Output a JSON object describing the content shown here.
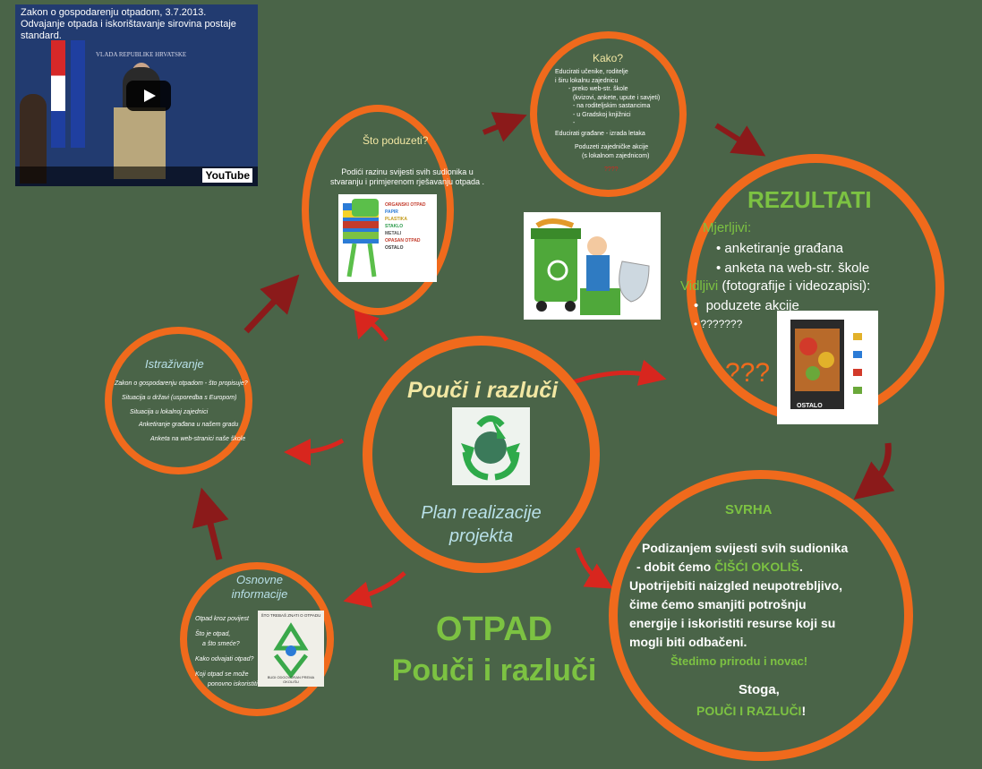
{
  "video": {
    "title_line1": "Zakon o gospodarenju otpadom, 3.7.2013.",
    "title_line2": "Odvajanje otpada i iskorištavanje sirovina postaje standard.",
    "banner_text": "VLADA REPUBLIKE HRVATSKE",
    "youtube_label": "YouTube"
  },
  "center": {
    "title": "Pouči i razluči",
    "subtitle_line1": "Plan realizacije",
    "subtitle_line2": "projekta"
  },
  "istrazivanje": {
    "title": "Istraživanje",
    "items": [
      "Zakon o gospodarenju otpadom - što propisuje?",
      "Situacija u državi (usporedba s Europom)",
      "Situacija u lokalnoj zajednici",
      "Anketiranje građana u našem gradu",
      "Anketa na web-stranici naše škole"
    ]
  },
  "sto": {
    "title": "Što poduzeti?",
    "text_line1": "Podići razinu svijesti  svih sudionika u",
    "text_line2": "stvaranju i primjerenom rješavanju otpada .",
    "legend": [
      "ORGANSKI OTPAD",
      "PAPIR",
      "PLASTIKA",
      "STAKLO",
      "METALI",
      "OPASAN OTPAD",
      "OSTALO"
    ]
  },
  "kako": {
    "title": "Kako?",
    "lines": [
      "Educirati učenike, roditelje",
      "i širu lokalnu zajednicu",
      "- preko web-str. škole",
      "(kvizovi, ankete, upute i savjeti)",
      "- na roditeljskim sastancima",
      "- u Gradskoj knjižnici",
      "-",
      "Educirati građane - izrada letaka",
      "Poduzeti zajedničke akcije",
      "(s lokalnom zajednicom)",
      "????"
    ]
  },
  "rezultati": {
    "title": "REZULTATI",
    "mjerljivi": "Mjerljivi:",
    "m_items": [
      "anketiranje građana",
      "anketa na web-str. škole"
    ],
    "vidljivi": "Vidljivi",
    "vidljivi_rest": " (fotografije i videozapisi):",
    "v_items": [
      "poduzete akcije",
      "???????"
    ],
    "question": "???",
    "ostalo": "OSTALO"
  },
  "svrha": {
    "title": "SVRHA",
    "line1": "Podizanjem svijesti svih sudionika",
    "line2a": "- dobit ćemo  ",
    "line2b": "ČIŠĆI OKOLIŠ",
    "line2c": ".",
    "line3": "Upotrijebiti naizgled neupotrebljivo,",
    "line4": "čime ćemo smanjiti potrošnju",
    "line5": "energije i iskoristiti resurse koji su",
    "line6": "mogli biti odbačeni.",
    "line7": "Štedimo prirodu i novac!",
    "line8": "Stoga,",
    "line9a": "POUČI I RAZLUČI",
    "line9b": "!"
  },
  "osnovne": {
    "title_line1": "Osnovne",
    "title_line2": "informacije",
    "items": [
      "Otpad kroz povijest",
      "Što je otpad,",
      "a što smeće?",
      "Kako odvajati otpad?",
      "Koji otpad se može",
      "ponovno iskoristiti?"
    ],
    "poster_top": "ŠTO TREBAŠ ZNATI O OTPADU",
    "poster_bottom": "BUDI ODGOVORAN PREMA OKOLIŠU"
  },
  "big": {
    "line1": "OTPAD",
    "line2": "Pouči i razluči"
  },
  "colors": {
    "background": "#4a6448",
    "ring": "#f06a1c",
    "green": "#7cc242",
    "arrow": "#8b1a1a"
  }
}
